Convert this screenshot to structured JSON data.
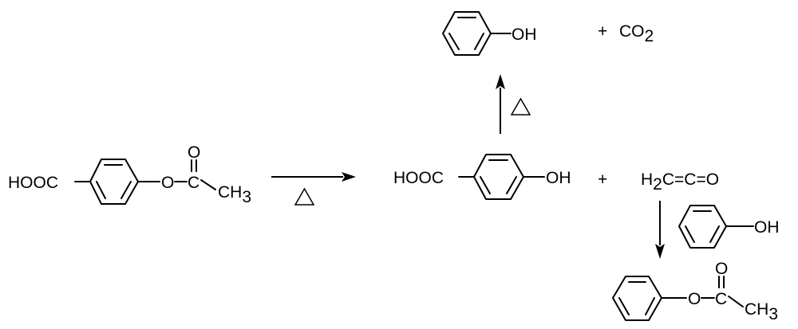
{
  "reactant": {
    "left_group": "HOOC",
    "ether_o": "O",
    "carbonyl_c": "C",
    "carbonyl_o": "O",
    "methyl": "CH",
    "methyl_sub": "3"
  },
  "condition_heat": "△",
  "intermediate": {
    "left_group": "HOOC",
    "right_group": "OH"
  },
  "plus": "+",
  "ketene": {
    "h": "H",
    "h_sub": "2",
    "c1": "C",
    "eq1": "=",
    "c2": "C",
    "eq2": "=",
    "o": "O"
  },
  "decarb_product": {
    "oh": "OH",
    "co2_main": "CO",
    "co2_sub": "2"
  },
  "phenol_reagent": {
    "oh": "OH"
  },
  "ester_product": {
    "ether_o": "O",
    "carbonyl_c": "C",
    "carbonyl_o": "O",
    "methyl": "CH",
    "methyl_sub": "3"
  }
}
